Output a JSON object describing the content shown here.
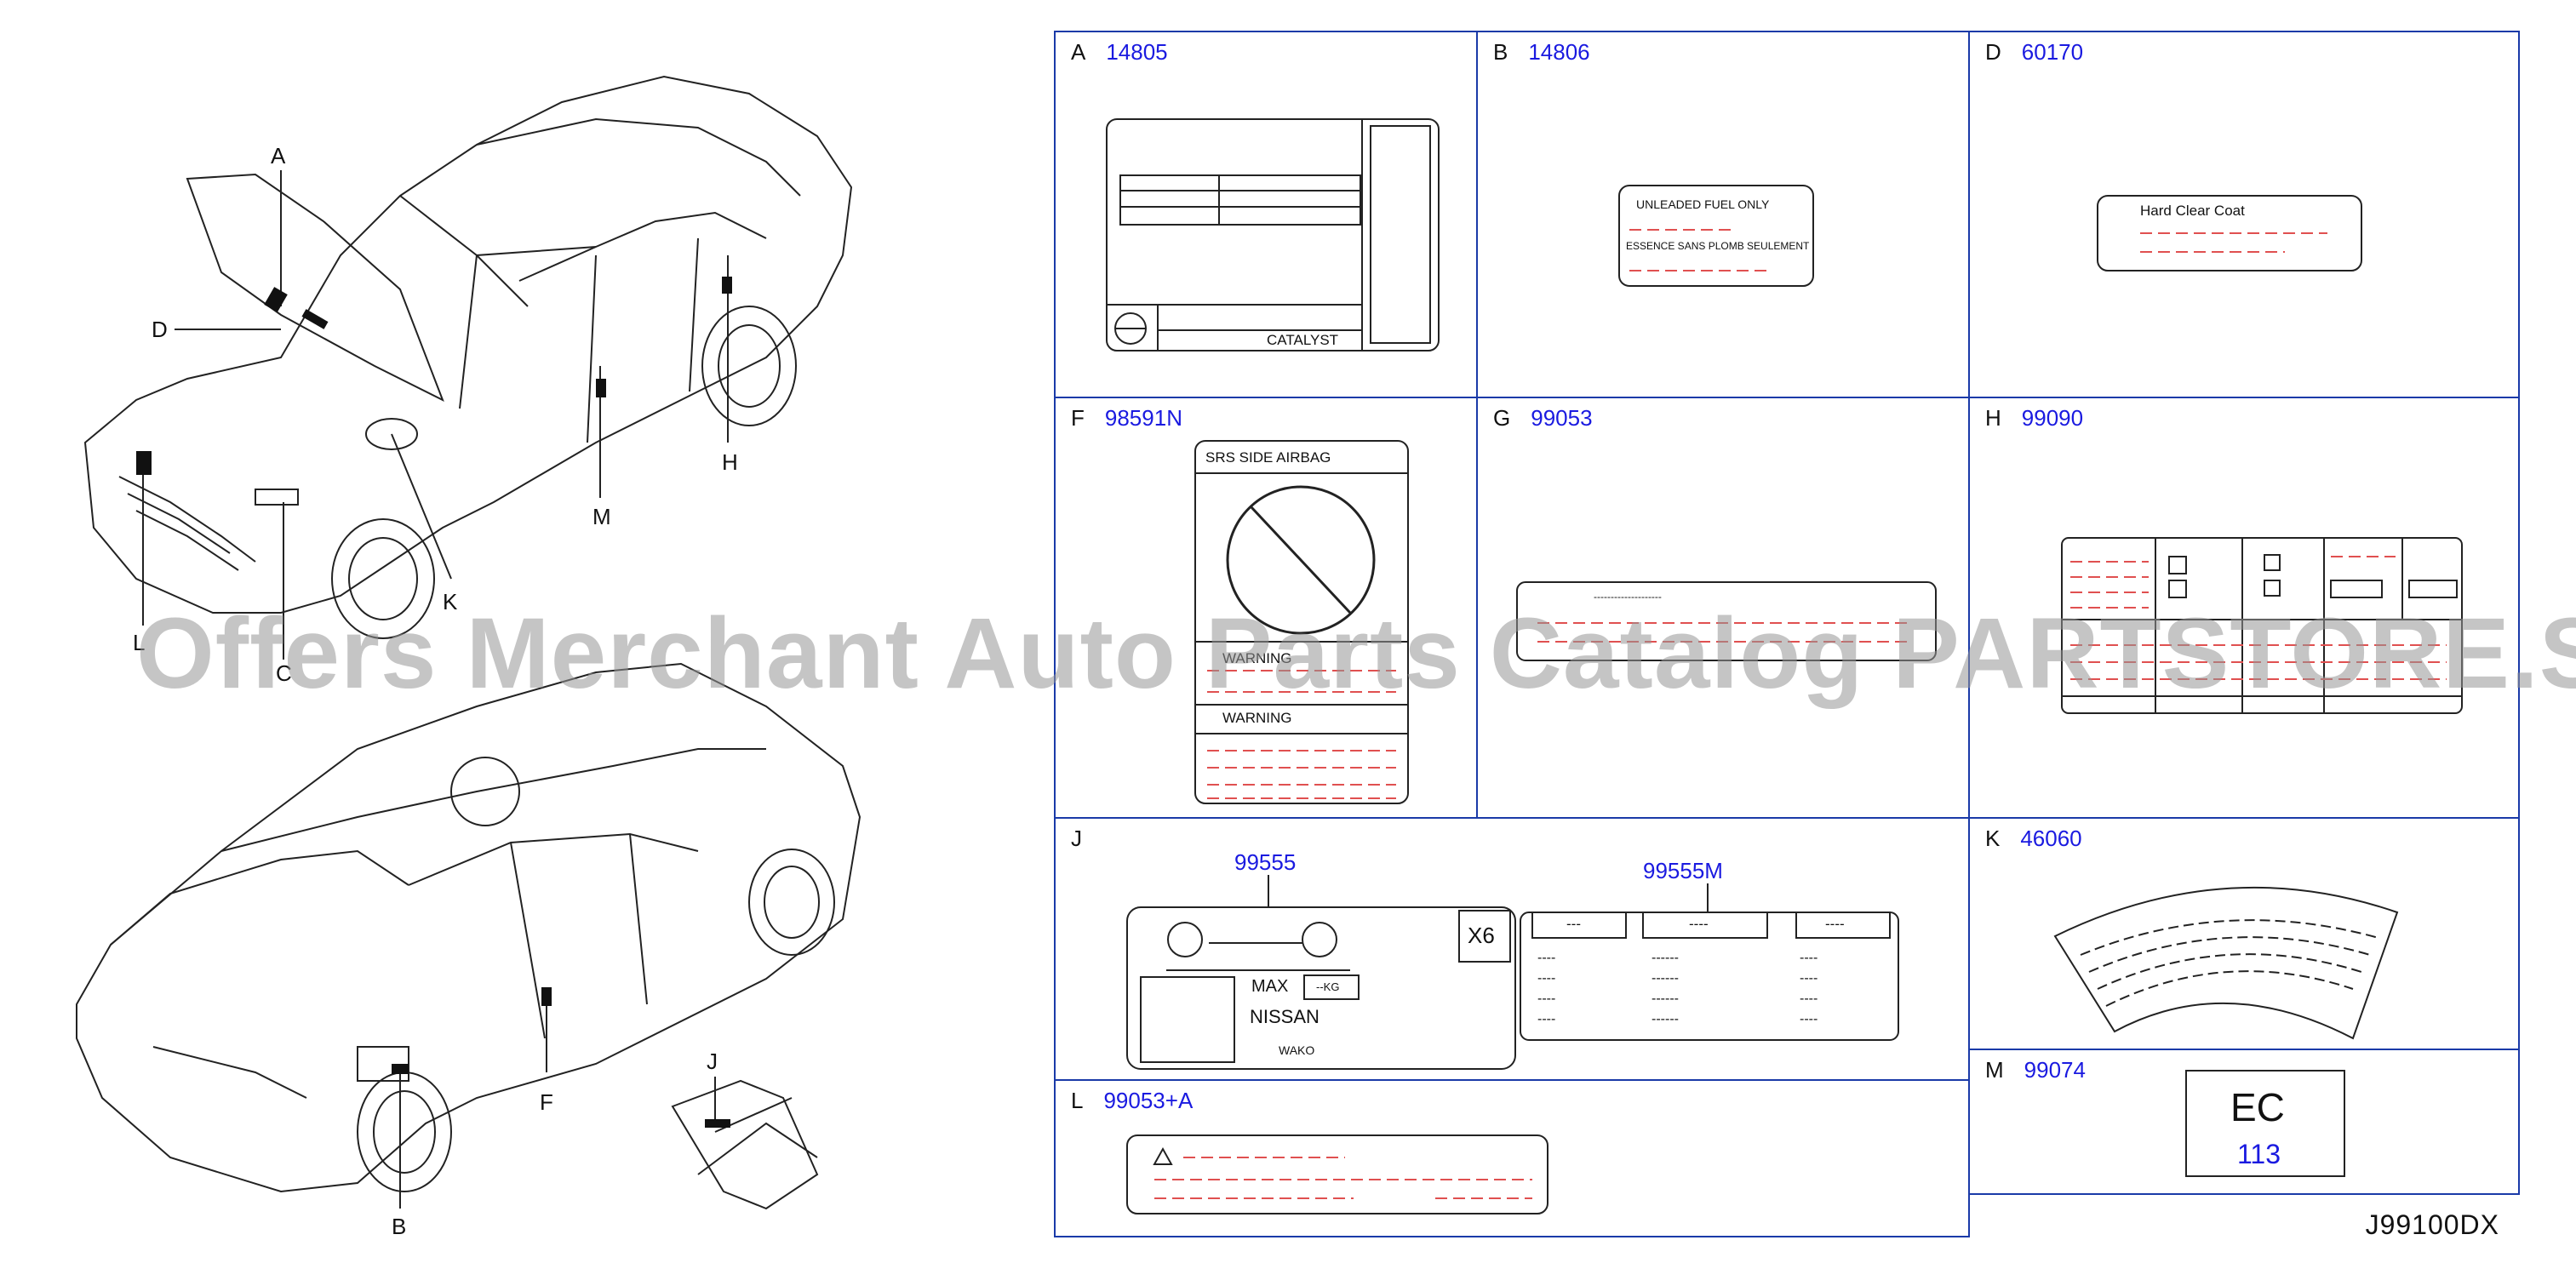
{
  "callouts": {
    "A": "A",
    "D": "D",
    "H": "H",
    "M": "M",
    "K": "K",
    "L": "L",
    "C": "C",
    "J": "J",
    "F": "F",
    "B": "B"
  },
  "cells": {
    "A": {
      "letter": "A",
      "part": "14805",
      "text": "CATALYST"
    },
    "B": {
      "letter": "B",
      "part": "14806",
      "line1": "UNLEADED   FUEL   ONLY",
      "line2": "ESSENCE   SANS   PLOMB   SEULEMENT"
    },
    "D": {
      "letter": "D",
      "part": "60170",
      "text": "Hard   Clear   Coat"
    },
    "F": {
      "letter": "F",
      "part": "98591N",
      "title": "SRS    SIDE    AIRBAG",
      "warn1": "WARNING",
      "warn2": "WARNING"
    },
    "G": {
      "letter": "G",
      "part": "99053",
      "dots": "--------------------"
    },
    "H": {
      "letter": "H",
      "part": "99090"
    },
    "J": {
      "letter": "J",
      "part1": "99555",
      "part2": "99555M",
      "x6": "X6",
      "max": "MAX",
      "kg": "--KG",
      "brand": "NISSAN",
      "maker": "WAKO",
      "h1": "---",
      "h2": "----",
      "h3": "----",
      "cell": "----",
      "cellw": "------"
    },
    "K": {
      "letter": "K",
      "part": "46060"
    },
    "L": {
      "letter": "L",
      "part": "99053+A"
    },
    "M": {
      "letter": "M",
      "part": "99074",
      "code": "EC",
      "num": "113"
    }
  },
  "diagram_code": "J99100DX",
  "watermark": "Offers Merchant Auto Parts Catalog PARTSTORE.SA",
  "colors": {
    "frame": "#1a3aa8",
    "part_number": "#1a1ae0",
    "dash": "#e05050"
  }
}
